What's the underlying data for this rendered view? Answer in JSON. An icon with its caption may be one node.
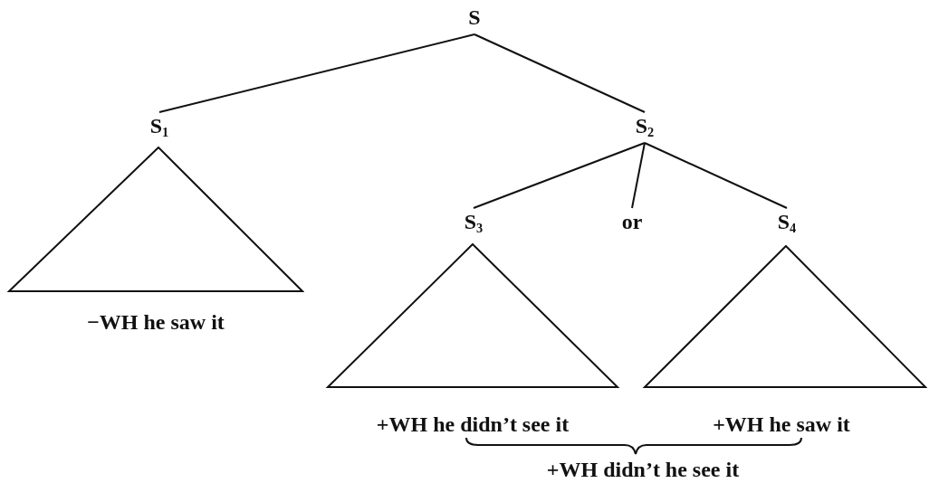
{
  "diagram": {
    "nodes": [
      {
        "text": [
          "S"
        ]
      },
      {
        "text": [
          "S$_{1}$"
        ]
      },
      {
        "text": [
          "S$_{2}$"
        ]
      },
      {
        "text": [
          "S$_{3}$"
        ]
      },
      {
        "text": [
          "or"
        ]
      },
      {
        "text": [
          "S$_{4}$"
        ]
      },
      {
        "text": [
          "−WH he saw it"
        ]
      },
      {
        "text": [
          "+WH he didn’t see it"
        ]
      },
      {
        "text": [
          "+WH he saw it"
        ]
      }
    ],
    "edges": [
      {
        "from": 0,
        "to": 1,
        "arrow": "none"
      },
      {
        "from": 0,
        "to": 2,
        "arrow": "none"
      },
      {
        "from": 2,
        "to": 3,
        "arrow": "none"
      },
      {
        "from": 2,
        "to": 4,
        "arrow": "none"
      },
      {
        "from": 2,
        "to": 5,
        "arrow": "none"
      }
    ],
    "labels": [
      "+WH didn’t he see it"
    ]
  }
}
